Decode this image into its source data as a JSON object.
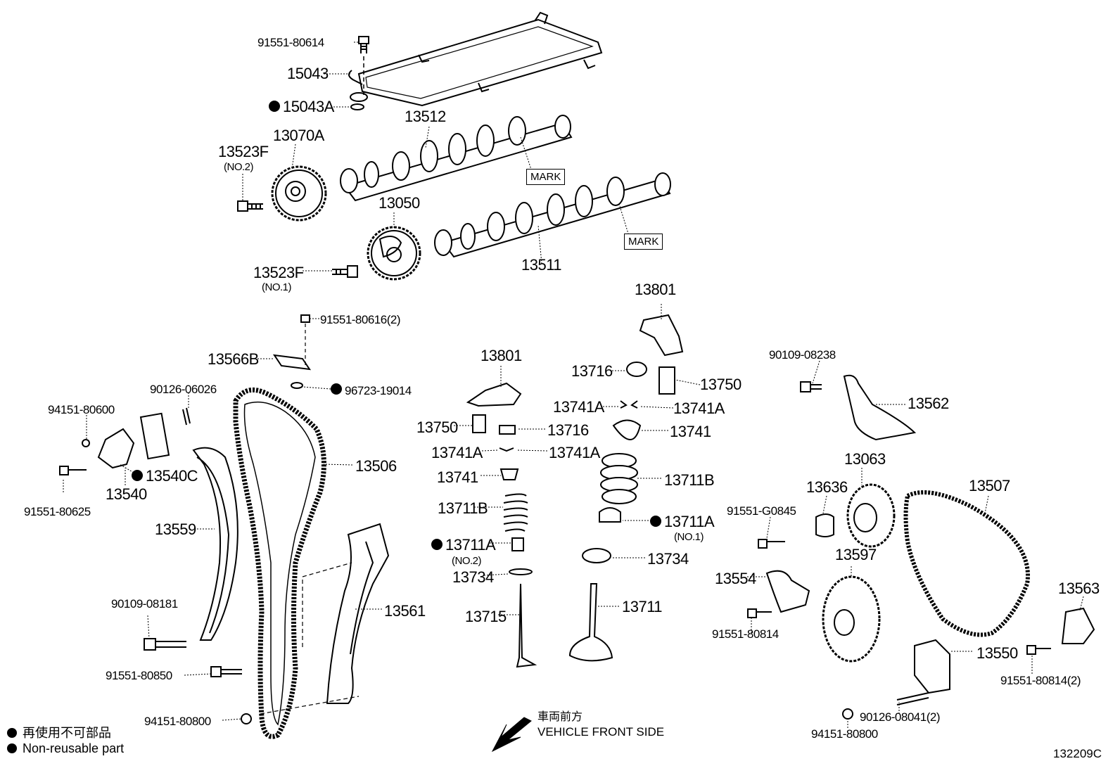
{
  "parts": {
    "p_91551_80614": "91551-80614",
    "p_15043": "15043",
    "p_15043A": "15043A",
    "p_13512": "13512",
    "p_13070A": "13070A",
    "p_13523F_no2": "13523F",
    "p_no2_a": "(NO.2)",
    "mark_a": "MARK",
    "p_13050": "13050",
    "mark_b": "MARK",
    "p_13523F_no1": "13523F",
    "p_no1_a": "(NO.1)",
    "p_13511": "13511",
    "p_13801_a": "13801",
    "p_91551_80616": "91551-80616(2)",
    "p_13566B": "13566B",
    "p_96723_19014": "96723-19014",
    "p_13801_b": "13801",
    "p_13716_a": "13716",
    "p_13750_a": "13750",
    "p_90109_08238": "90109-08238",
    "p_90126_06026": "90126-06026",
    "p_94151_80600": "94151-80600",
    "p_13741A_a": "13741A",
    "p_13741A_b": "13741A",
    "p_13562": "13562",
    "p_13750_b": "13750",
    "p_13716_b": "13716",
    "p_13741_a": "13741",
    "p_13741A_c": "13741A",
    "p_13741A_d": "13741A",
    "p_13506": "13506",
    "p_13540C": "13540C",
    "p_13741_b": "13741",
    "p_13711B_a": "13711B",
    "p_13063": "13063",
    "p_13540": "13540",
    "p_13636": "13636",
    "p_13507": "13507",
    "p_91551_80625": "91551-80625",
    "p_13711B_b": "13711B",
    "p_91551_G0845": "91551-G0845",
    "p_13711A_no1": "13711A",
    "p_no1_b": "(NO.1)",
    "p_13559": "13559",
    "p_13711A_no2": "13711A",
    "p_no2_b": "(NO.2)",
    "p_13734_a": "13734",
    "p_13597": "13597",
    "p_13554": "13554",
    "p_13734_b": "13734",
    "p_13563": "13563",
    "p_13561": "13561",
    "p_13711": "13711",
    "p_90109_08181": "90109-08181",
    "p_13715": "13715",
    "p_91551_80814_a": "91551-80814",
    "p_13550": "13550",
    "p_91551_80850": "91551-80850",
    "p_91551_80814_b": "91551-80814(2)",
    "p_94151_80800_a": "94151-80800",
    "p_90126_08041": "90126-08041(2)",
    "p_94151_80800_b": "94151-80800"
  },
  "legend": {
    "jp": "再使用不可部品",
    "en": "Non-reusable part"
  },
  "direction": {
    "jp": "車両前方",
    "en": "VEHICLE FRONT SIDE"
  },
  "figure_id": "132209C"
}
